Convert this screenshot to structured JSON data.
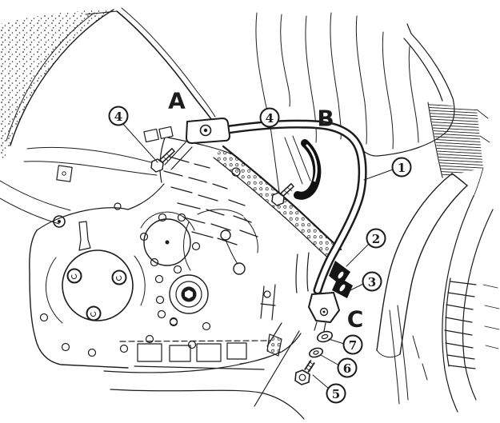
{
  "figure": {
    "kind": "technical-line-drawing",
    "subject": "Motorcycle engine protection bar mounting diagram",
    "colors": {
      "ink": "#1c1c1c",
      "paper": "#ffffff"
    },
    "mount_labels": [
      {
        "id": "A",
        "text": "A"
      },
      {
        "id": "B",
        "text": "B"
      },
      {
        "id": "C",
        "text": "C"
      }
    ],
    "callouts": [
      {
        "id": "1",
        "text": "1"
      },
      {
        "id": "2",
        "text": "2"
      },
      {
        "id": "3",
        "text": "3"
      },
      {
        "id": "4a",
        "text": "4"
      },
      {
        "id": "4b",
        "text": "4"
      },
      {
        "id": "5",
        "text": "5"
      },
      {
        "id": "6",
        "text": "6"
      },
      {
        "id": "7",
        "text": "7"
      }
    ]
  }
}
